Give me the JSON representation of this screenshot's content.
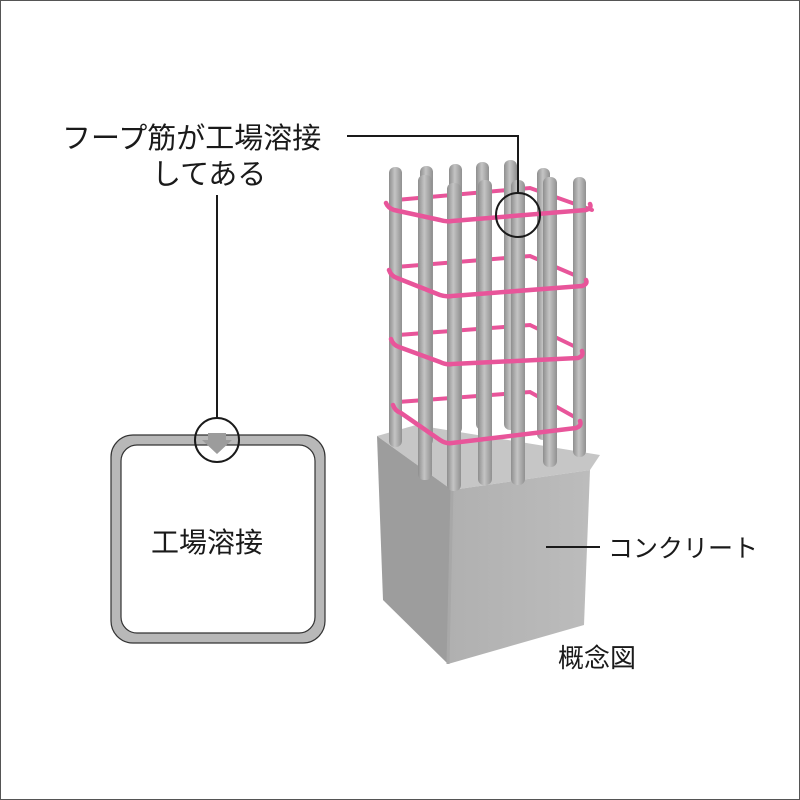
{
  "diagram": {
    "callout": {
      "line1": "フープ筋が工場溶接",
      "line2": "してある"
    },
    "cross_section": {
      "label": "工場溶接",
      "weld_marker_icon": "weld-point-arrow"
    },
    "column_labels": {
      "concrete": "コンクリート"
    },
    "caption": "概念図",
    "colors": {
      "hoop": "#e8559a",
      "rebar": "#a8a8a8",
      "concrete_front": "#b4b4b4",
      "concrete_side": "#9c9c9c",
      "concrete_top": "#c8c8c8",
      "section_ring": "#b8b8b8",
      "leader_line": "#1a1a1a"
    }
  }
}
